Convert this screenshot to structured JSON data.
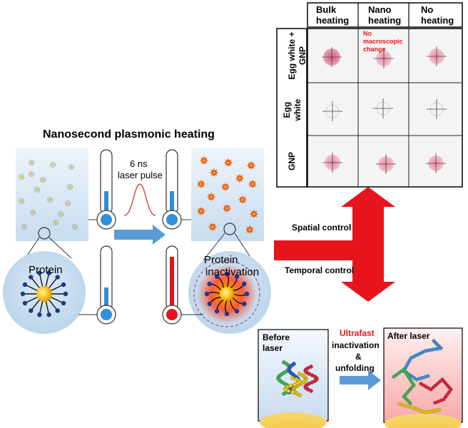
{
  "title": "Nanosecond plasmonic heating",
  "pulse_label": [
    "6 ns",
    "laser pulse"
  ],
  "protein_label": "Protein",
  "inactivation_label": [
    "Protein",
    "inactivation"
  ],
  "arrow_labels": {
    "spatial": "Spatial control",
    "temporal": "Temporal control"
  },
  "table": {
    "columns": [
      [
        "Bulk",
        "heating"
      ],
      [
        "Nano",
        "heating"
      ],
      [
        "No",
        "heating"
      ]
    ],
    "rows": [
      {
        "label": [
          "Egg white +",
          "GNP"
        ]
      },
      {
        "label": [
          "Egg",
          "white"
        ]
      },
      {
        "label": [
          "GNP"
        ]
      }
    ],
    "note": [
      "No",
      "macroscopic",
      "change"
    ]
  },
  "bottom": {
    "before": [
      "Before",
      "laser"
    ],
    "after": "After laser",
    "ultrafast": "Ultrafast",
    "caption": [
      "inactivation",
      "&",
      "unfolding"
    ]
  },
  "colors": {
    "accent_red": "#e8141c",
    "arrow_blue": "#5b9bd5",
    "thermo_cold": "#2f8fd8",
    "thermo_hot": "#e0141c",
    "particle_orange": "#f07a1e"
  }
}
